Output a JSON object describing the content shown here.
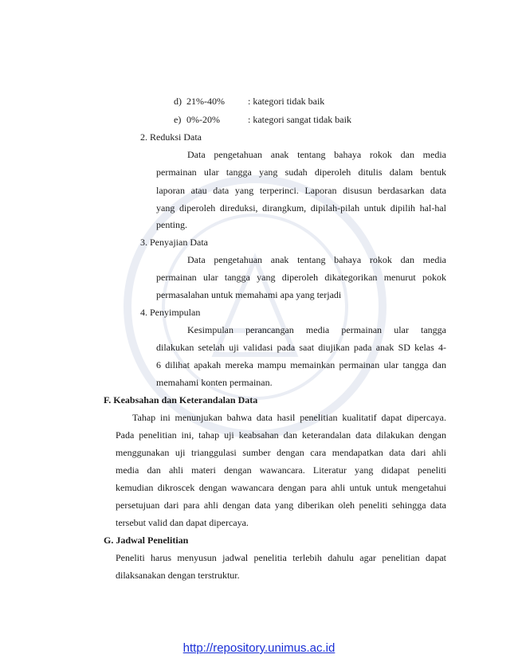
{
  "list_d": {
    "marker": "d)",
    "range": "21%-40%",
    "desc": ": kategori tidak baik"
  },
  "list_e": {
    "marker": "e)",
    "range": "0%-20%",
    "desc": ": kategori sangat tidak baik"
  },
  "items": [
    {
      "heading": "2.   Reduksi Data",
      "lines": [
        "Data pengetahuan anak tentang bahaya rokok dan media",
        "permainan ular tangga yang sudah diperoleh ditulis dalam bentuk",
        "laporan atau data yang terperinci. Laporan disusun berdasarkan data",
        "yang diperoleh direduksi, dirangkum, dipilah-pilah untuk dipilih hal-hal",
        "penting."
      ]
    },
    {
      "heading": "3.   Penyajian Data",
      "lines": [
        "Data pengetahuan anak tentang bahaya rokok dan media",
        "permainan ular tangga yang diperoleh dikategorikan menurut pokok",
        "permasalahan untuk memahami apa yang terjadi"
      ]
    },
    {
      "heading": "4.   Penyimpulan",
      "lines": [
        "Kesimpulan perancangan media permainan ular tangga",
        "dilakukan setelah uji validasi pada saat diujikan pada anak SD kelas 4-",
        "6 dilihat apakah mereka mampu memainkan permainan ular tangga dan",
        "memahami konten permainan."
      ]
    }
  ],
  "section_f": {
    "heading": "F.    Keabsahan dan Keterandalan Data",
    "lines": [
      "Tahap ini menunjukan bahwa data hasil penelitian kualitatif dapat dipercaya.",
      "Pada penelitian ini, tahap uji keabsahan dan keterandalan data dilakukan dengan",
      "menggunakan uji trianggulasi sumber dengan cara mendapatkan data dari ahli",
      "media dan ahli materi dengan wawancara. Literatur yang didapat peneliti",
      "kemudian dikroscek dengan wawancara dengan para ahli untuk untuk mengetahui",
      "persetujuan dari para ahli dengan data yang diberikan oleh peneliti sehingga data",
      "tersebut valid dan dapat dipercaya."
    ]
  },
  "section_g": {
    "heading": "G.    Jadwal Penelitian",
    "lines": [
      "Peneliti harus menyusun jadwal penelitia terlebih dahulu agar penelitian dapat",
      "dilaksanakan dengan terstruktur."
    ]
  },
  "footer": {
    "url": "http://repository.unimus.ac.id"
  }
}
